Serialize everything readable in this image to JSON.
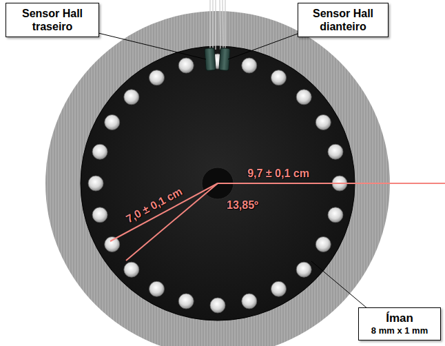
{
  "diagram": {
    "nodes": [
      {
        "text": [
          "Sensor Hall traseiro"
        ]
      },
      {
        "text": [
          "Sensor Hall dianteiro"
        ]
      },
      {
        "text": [
          "Íman",
          "8 mm x 1 mm"
        ]
      }
    ],
    "labels": [
      "7,0 ± 0,1 cm",
      "13,85º",
      "9,7 ± 0,1 cm"
    ]
  }
}
